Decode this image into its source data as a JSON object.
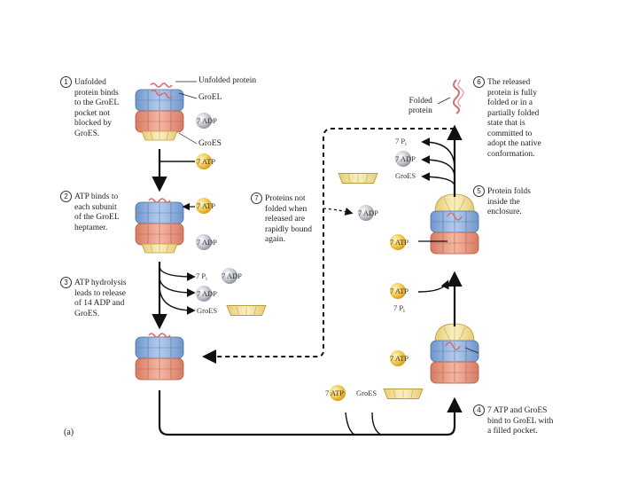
{
  "labels": {
    "unfolded_protein": "Unfolded protein",
    "groel": "GroEL",
    "groes": "GroES",
    "folded_protein_line1": "Folded",
    "folded_protein_line2": "protein",
    "panel": "(a)"
  },
  "molecules": {
    "atp7": "7 ATP",
    "adp7": "7 ADP",
    "pi7": "7 P",
    "pi_sub": "i",
    "groes": "GroES"
  },
  "steps": [
    {
      "num": "1",
      "lines": [
        "Unfolded",
        "protein binds",
        "to the GroEL",
        "pocket not",
        "blocked by",
        "GroES."
      ]
    },
    {
      "num": "2",
      "lines": [
        "ATP binds to",
        "each subunit",
        "of the GroEL",
        "heptamer."
      ]
    },
    {
      "num": "3",
      "lines": [
        "ATP hydrolysis",
        "leads to release",
        "of 14 ADP and",
        "GroES."
      ]
    },
    {
      "num": "4",
      "lines": [
        "7 ATP and GroES",
        "bind to GroEL with",
        "a filled pocket."
      ]
    },
    {
      "num": "5",
      "lines": [
        "Protein folds",
        "inside the",
        "enclosure."
      ]
    },
    {
      "num": "6",
      "lines": [
        "The released",
        "protein is fully",
        "folded or in a",
        "partially folded",
        "state that is",
        "committed to",
        "adopt the native",
        "conformation."
      ]
    },
    {
      "num": "7",
      "lines": [
        "Proteins not",
        "folded when",
        "released are",
        "rapidly bound",
        "again."
      ]
    }
  ],
  "colors": {
    "groel_top": "#8fb3e0",
    "groel_bottom": "#e89a82",
    "groes_cap": "#f4e2a0",
    "atp_ball": "#f3c64a",
    "adp_ball": "#b9bcc6",
    "protein": "#d98a88",
    "arrow": "#111111"
  }
}
